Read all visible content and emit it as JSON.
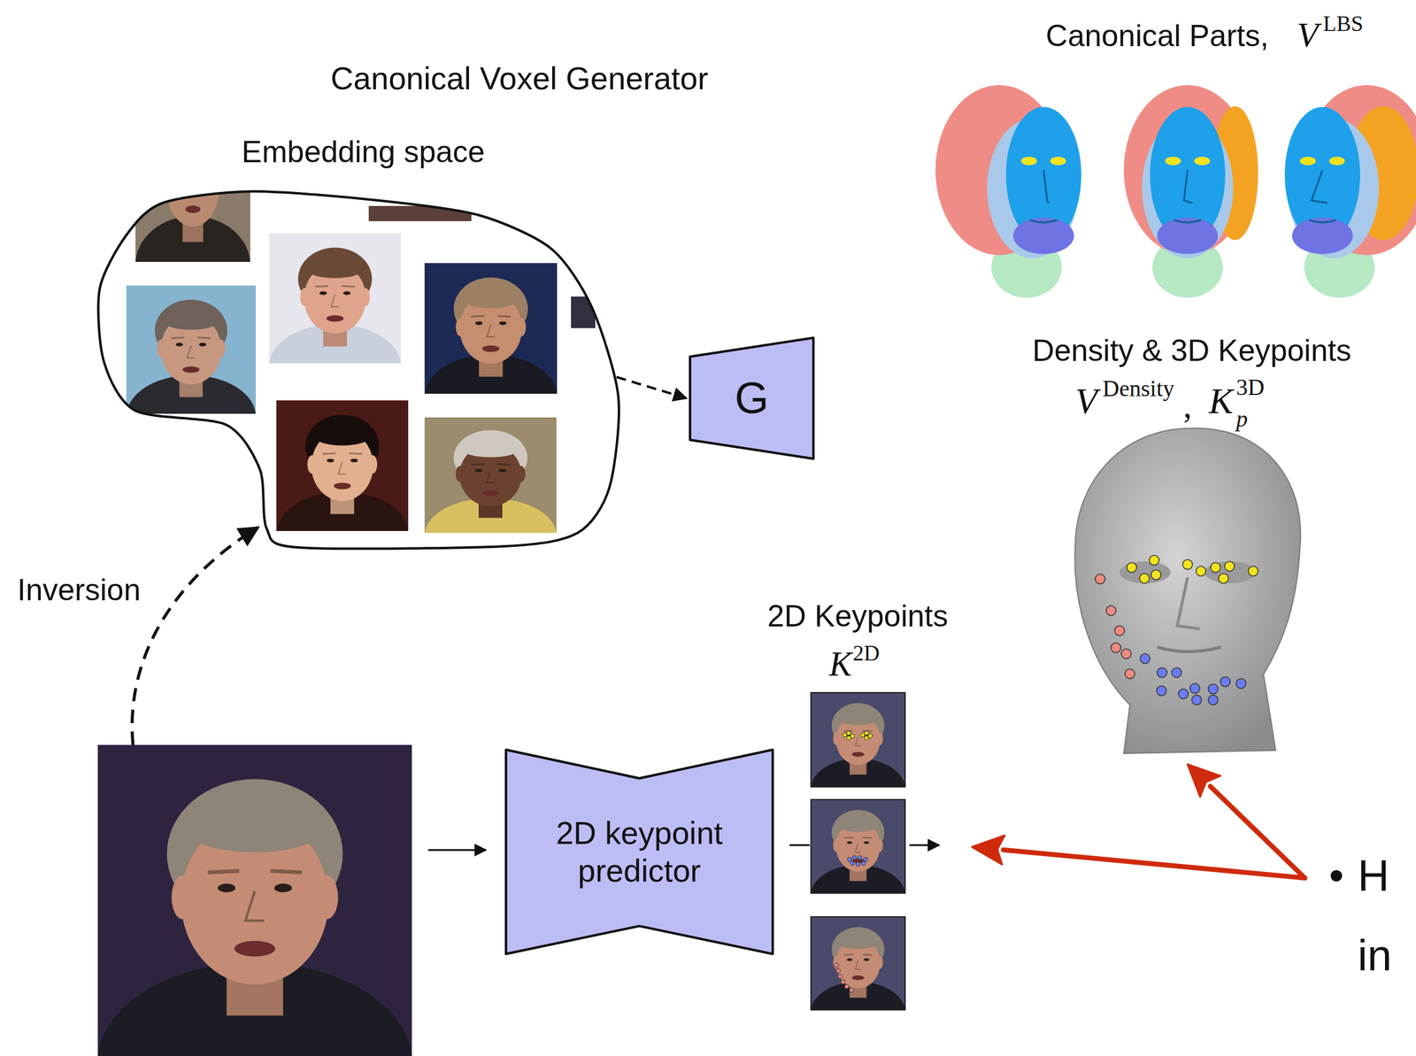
{
  "diagram": {
    "nodes": [
      {
        "text": [
          "Embedding space"
        ]
      },
      {
        "text": [
          "G"
        ]
      },
      {
        "text": [
          "2D keypoint predictor"
        ]
      }
    ],
    "edges": [
      {
        "from": 0,
        "to": 1,
        "arrow": "to"
      }
    ],
    "labels": [
      "Canonical Voxel Generator",
      "Inversion",
      "2D Keypoints",
      "K",
      "2D",
      "Canonical Parts,",
      "V",
      "LBS",
      "Density & 3D Keypoints",
      "V",
      "Density",
      ",",
      "K",
      "3D",
      "p",
      "•",
      "H",
      "in"
    ]
  }
}
